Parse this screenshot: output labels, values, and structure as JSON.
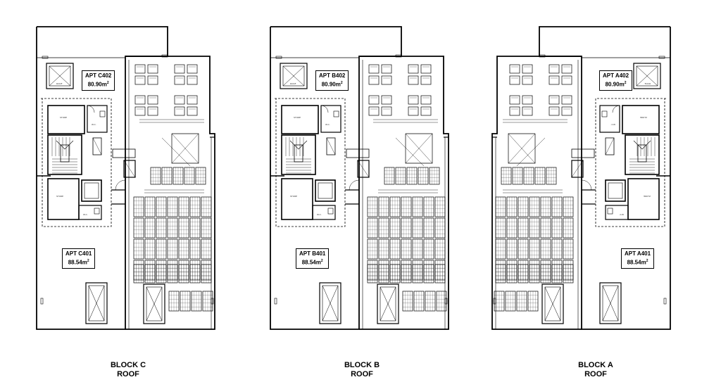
{
  "blocks": [
    {
      "id": "C",
      "caption_line1": "BLOCK C",
      "caption_line2": "ROOF",
      "apt_top_name": "APT C402",
      "apt_top_area": "80.90m",
      "apt_bottom_name": "APT C401",
      "apt_bottom_area": "88.54m",
      "area_unit_exp": "2"
    },
    {
      "id": "B",
      "caption_line1": "BLOCK B",
      "caption_line2": "ROOF",
      "apt_top_name": "APT B402",
      "apt_top_area": "80.90m",
      "apt_bottom_name": "APT B401",
      "apt_bottom_area": "88.54m",
      "area_unit_exp": "2"
    },
    {
      "id": "A",
      "caption_line1": "BLOCK A",
      "caption_line2": "ROOF",
      "apt_top_name": "APT A402",
      "apt_top_area": "80.90m",
      "apt_bottom_name": "APT A401",
      "apt_bottom_area": "88.54m",
      "area_unit_exp": "2"
    }
  ],
  "colors": {
    "line": "#000000",
    "background": "#ffffff"
  }
}
